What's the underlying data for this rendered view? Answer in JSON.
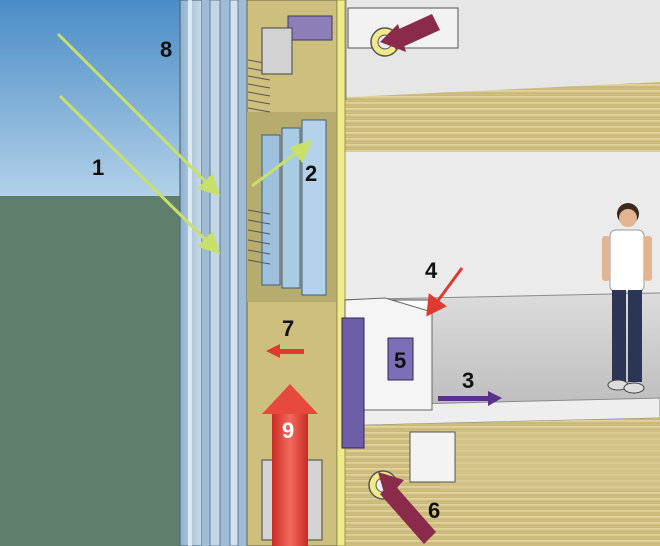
{
  "callouts": [
    {
      "id": "1",
      "text": "1"
    },
    {
      "id": "2",
      "text": "2"
    },
    {
      "id": "3",
      "text": "3"
    },
    {
      "id": "4",
      "text": "4"
    },
    {
      "id": "5",
      "text": "5"
    },
    {
      "id": "6",
      "text": "6"
    },
    {
      "id": "7",
      "text": "7"
    },
    {
      "id": "8",
      "text": "8"
    },
    {
      "id": "9",
      "text": "9"
    }
  ],
  "colors": {
    "sky": "#7fb2d8",
    "ground": "#5f7f6c",
    "facade_glass": "#a9c4d9",
    "wall_olive": "#cdbf7e",
    "ceiling_wood": "#d8c98f",
    "floor": "#c9c9c9",
    "interior_wall": "#ededed",
    "sunlight_arrow": "#c8e06a",
    "warm_air_arrow": "#e03a2f",
    "supply_air_arrow": "#5b2f8c",
    "exhaust_arrow": "#8a2b4c",
    "duct_yellow": "#f1ea8a",
    "unit_purple": "#6d5ea8"
  }
}
